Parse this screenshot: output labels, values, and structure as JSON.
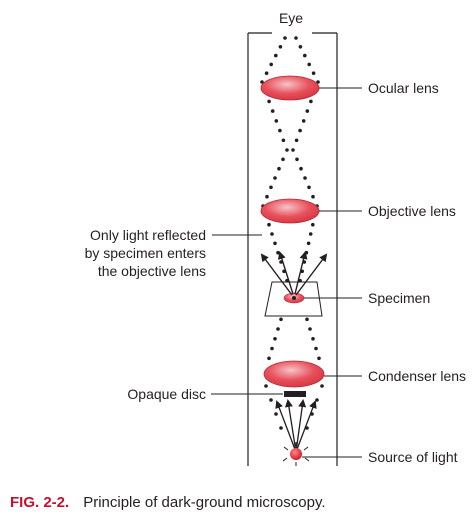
{
  "diagram": {
    "labels": {
      "eye": "Eye",
      "ocular_lens": "Ocular lens",
      "objective_lens": "Objective lens",
      "reflected_note": [
        "Only light reflected",
        "by specimen enters",
        "the objective lens"
      ],
      "specimen": "Specimen",
      "condenser_lens": "Condenser lens",
      "opaque_disc": "Opaque disc",
      "source_of_light": "Source of light"
    },
    "colors": {
      "lens_fill": "#e8505b",
      "lens_highlight": "#f7c4c8",
      "light_source": "#e0202a",
      "lines": "#231f20"
    }
  },
  "caption": {
    "figure_number": "FIG. 2-2.",
    "text": "Principle of dark-ground microscopy.",
    "accent_color": "#c8102e"
  }
}
